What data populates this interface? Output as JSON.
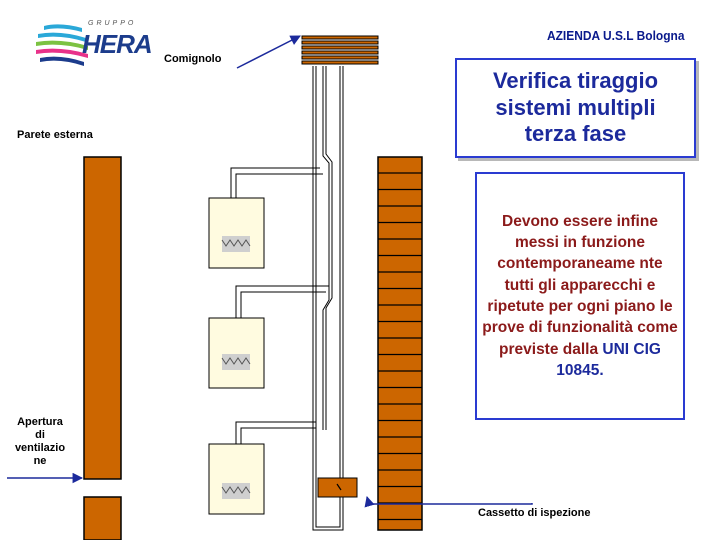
{
  "header": {
    "logo_group": "GRUPPO",
    "logo_name": "HERA",
    "company": "AZIENDA U.S.L Bologna"
  },
  "title": "Verifica tiraggio\nsistemi multipli\nterza fase",
  "labels": {
    "chimney_top": "Comignolo",
    "outer_wall": "Parete esterna",
    "ventilation_opening": "Apertura\ndi\nventilazio\nne",
    "inspection_box": "Cassetto di ispezione"
  },
  "description": {
    "text": "Devono essere infine messi in funzione contemporaneame nte tutti gli apparecchi e ripetute per ogni piano le prove di funzionalità come previste dalla",
    "standard": "UNI CIG 10845."
  },
  "colors": {
    "wall": "#cc6600",
    "pipe": "#cc6600",
    "title": "#1c2a9c",
    "description": "#8b1a1a",
    "frame": "#2a3bd1",
    "arrow": "#1c2a9c",
    "appliance": "#fffbe0"
  }
}
